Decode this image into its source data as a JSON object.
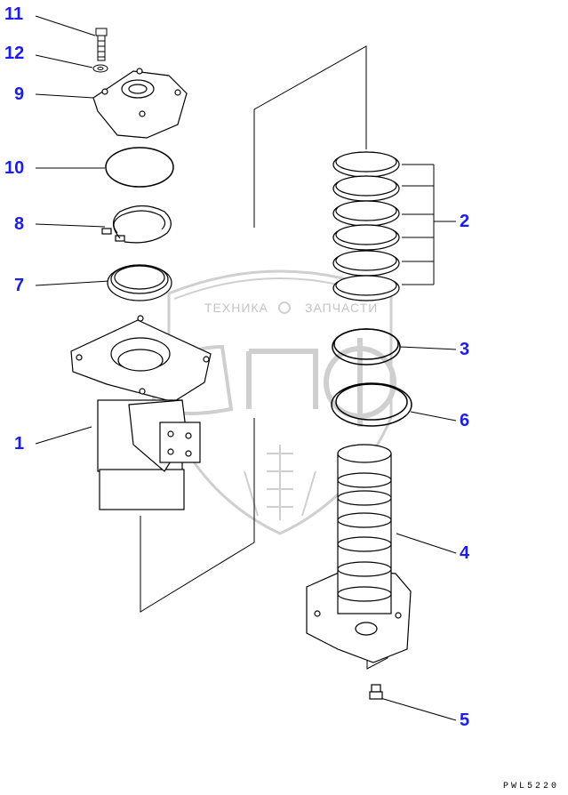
{
  "callouts": {
    "c1": "1",
    "c2": "2",
    "c3": "3",
    "c4": "4",
    "c5": "5",
    "c6": "6",
    "c7": "7",
    "c8": "8",
    "c9": "9",
    "c10": "10",
    "c11": "11",
    "c12": "12"
  },
  "watermark": {
    "line1": "ТЕХНИКА",
    "line2": "ЗАПЧАСТИ"
  },
  "drawing_code": "PWL5220",
  "colors": {
    "callout": "#1a1aff",
    "line": "#000000",
    "watermark": "#c8c8c8"
  }
}
